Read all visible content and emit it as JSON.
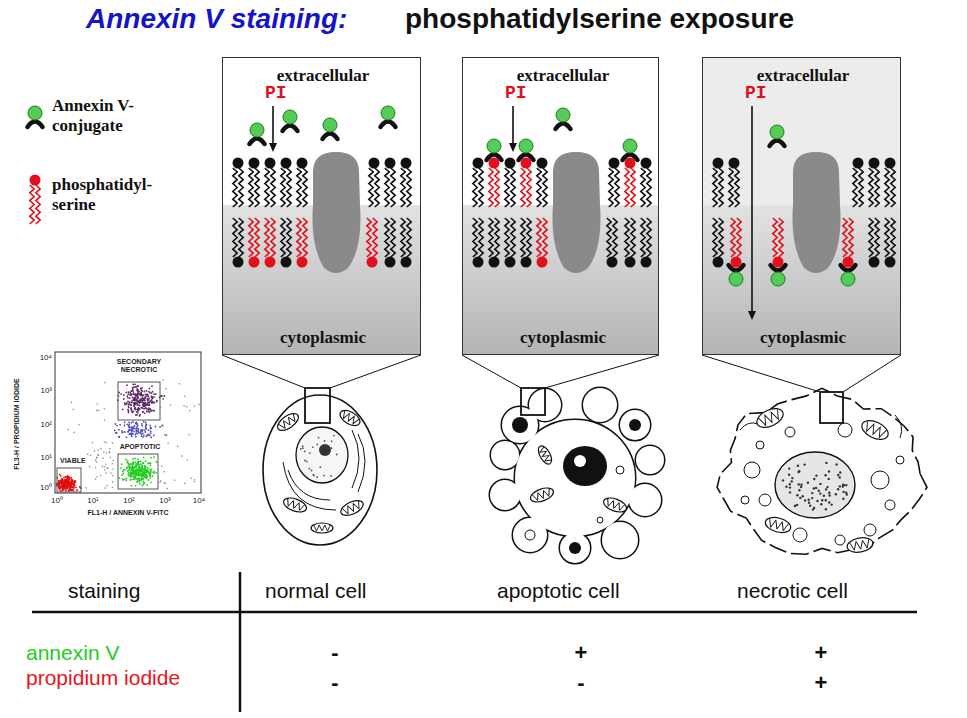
{
  "diagram": {
    "title": "Annexin V staining:",
    "nodes": [
      {
        "text": [
          "extracellular",
          "PI",
          "cytoplasmic"
        ]
      },
      {
        "text": [
          "extracellular",
          "PI",
          "cytoplasmic"
        ]
      },
      {
        "text": [
          "extracellular",
          "PI",
          "cytoplasmic"
        ]
      }
    ],
    "labels": [
      "phosphatidylserine exposure",
      "SECONDARY NECROTIC",
      "APOPTOTIC",
      "VIABLE",
      "FL3-H / PROPIDIUM IODIDE",
      "FL1-H / ANNEXIN V-FITC",
      "10⁴",
      "10³",
      "10²",
      "10¹",
      "10⁰",
      "10⁰",
      "10¹",
      "10²",
      "10³",
      "10⁴",
      "staining",
      "normal cell",
      "apoptotic cell",
      "necrotic cell",
      "annexin V",
      "propidium iodide",
      "-",
      "+",
      "+",
      "-",
      "-",
      "+"
    ],
    "legend": [
      {
        "text": "Annexin V-conjugate"
      },
      {
        "text": "phosphatidyl-serine"
      }
    ]
  }
}
